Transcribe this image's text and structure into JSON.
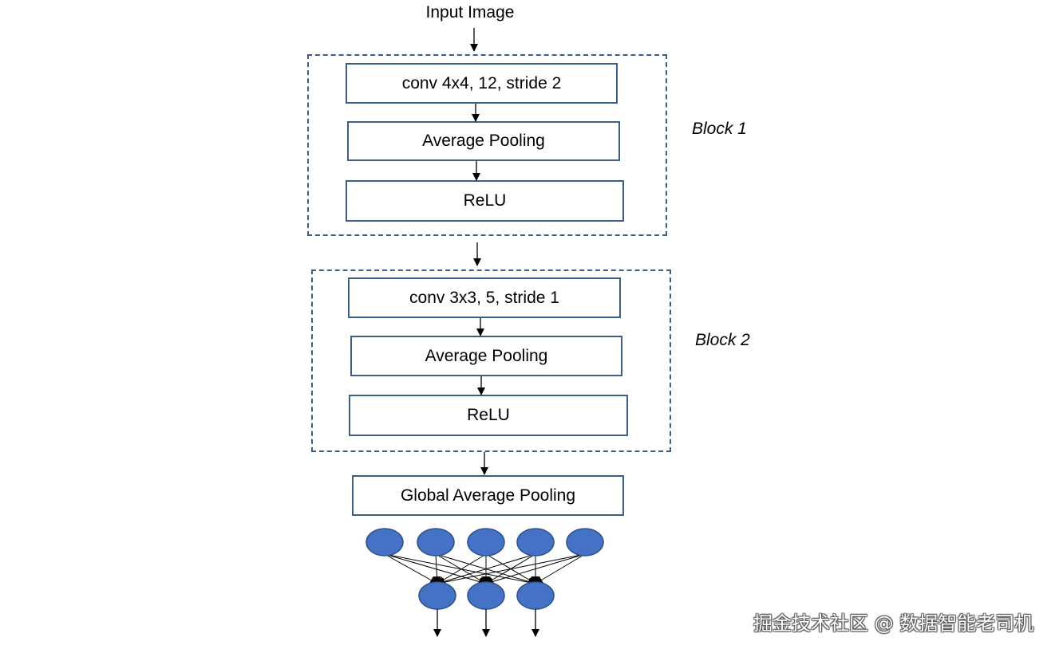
{
  "input_label": "Input Image",
  "blocks": [
    {
      "label": "Block 1",
      "layers": [
        "conv 4x4, 12, stride 2",
        "Average Pooling",
        "ReLU"
      ]
    },
    {
      "label": "Block 2",
      "layers": [
        "conv 3x3, 5, stride 1",
        "Average Pooling",
        "ReLU"
      ]
    }
  ],
  "global_pool_label": "Global Average Pooling",
  "network": {
    "input_nodes": 5,
    "output_nodes": 3,
    "node_color": "#4472c4"
  },
  "watermark": "掘金技术社区 @ 数据智能老司机"
}
